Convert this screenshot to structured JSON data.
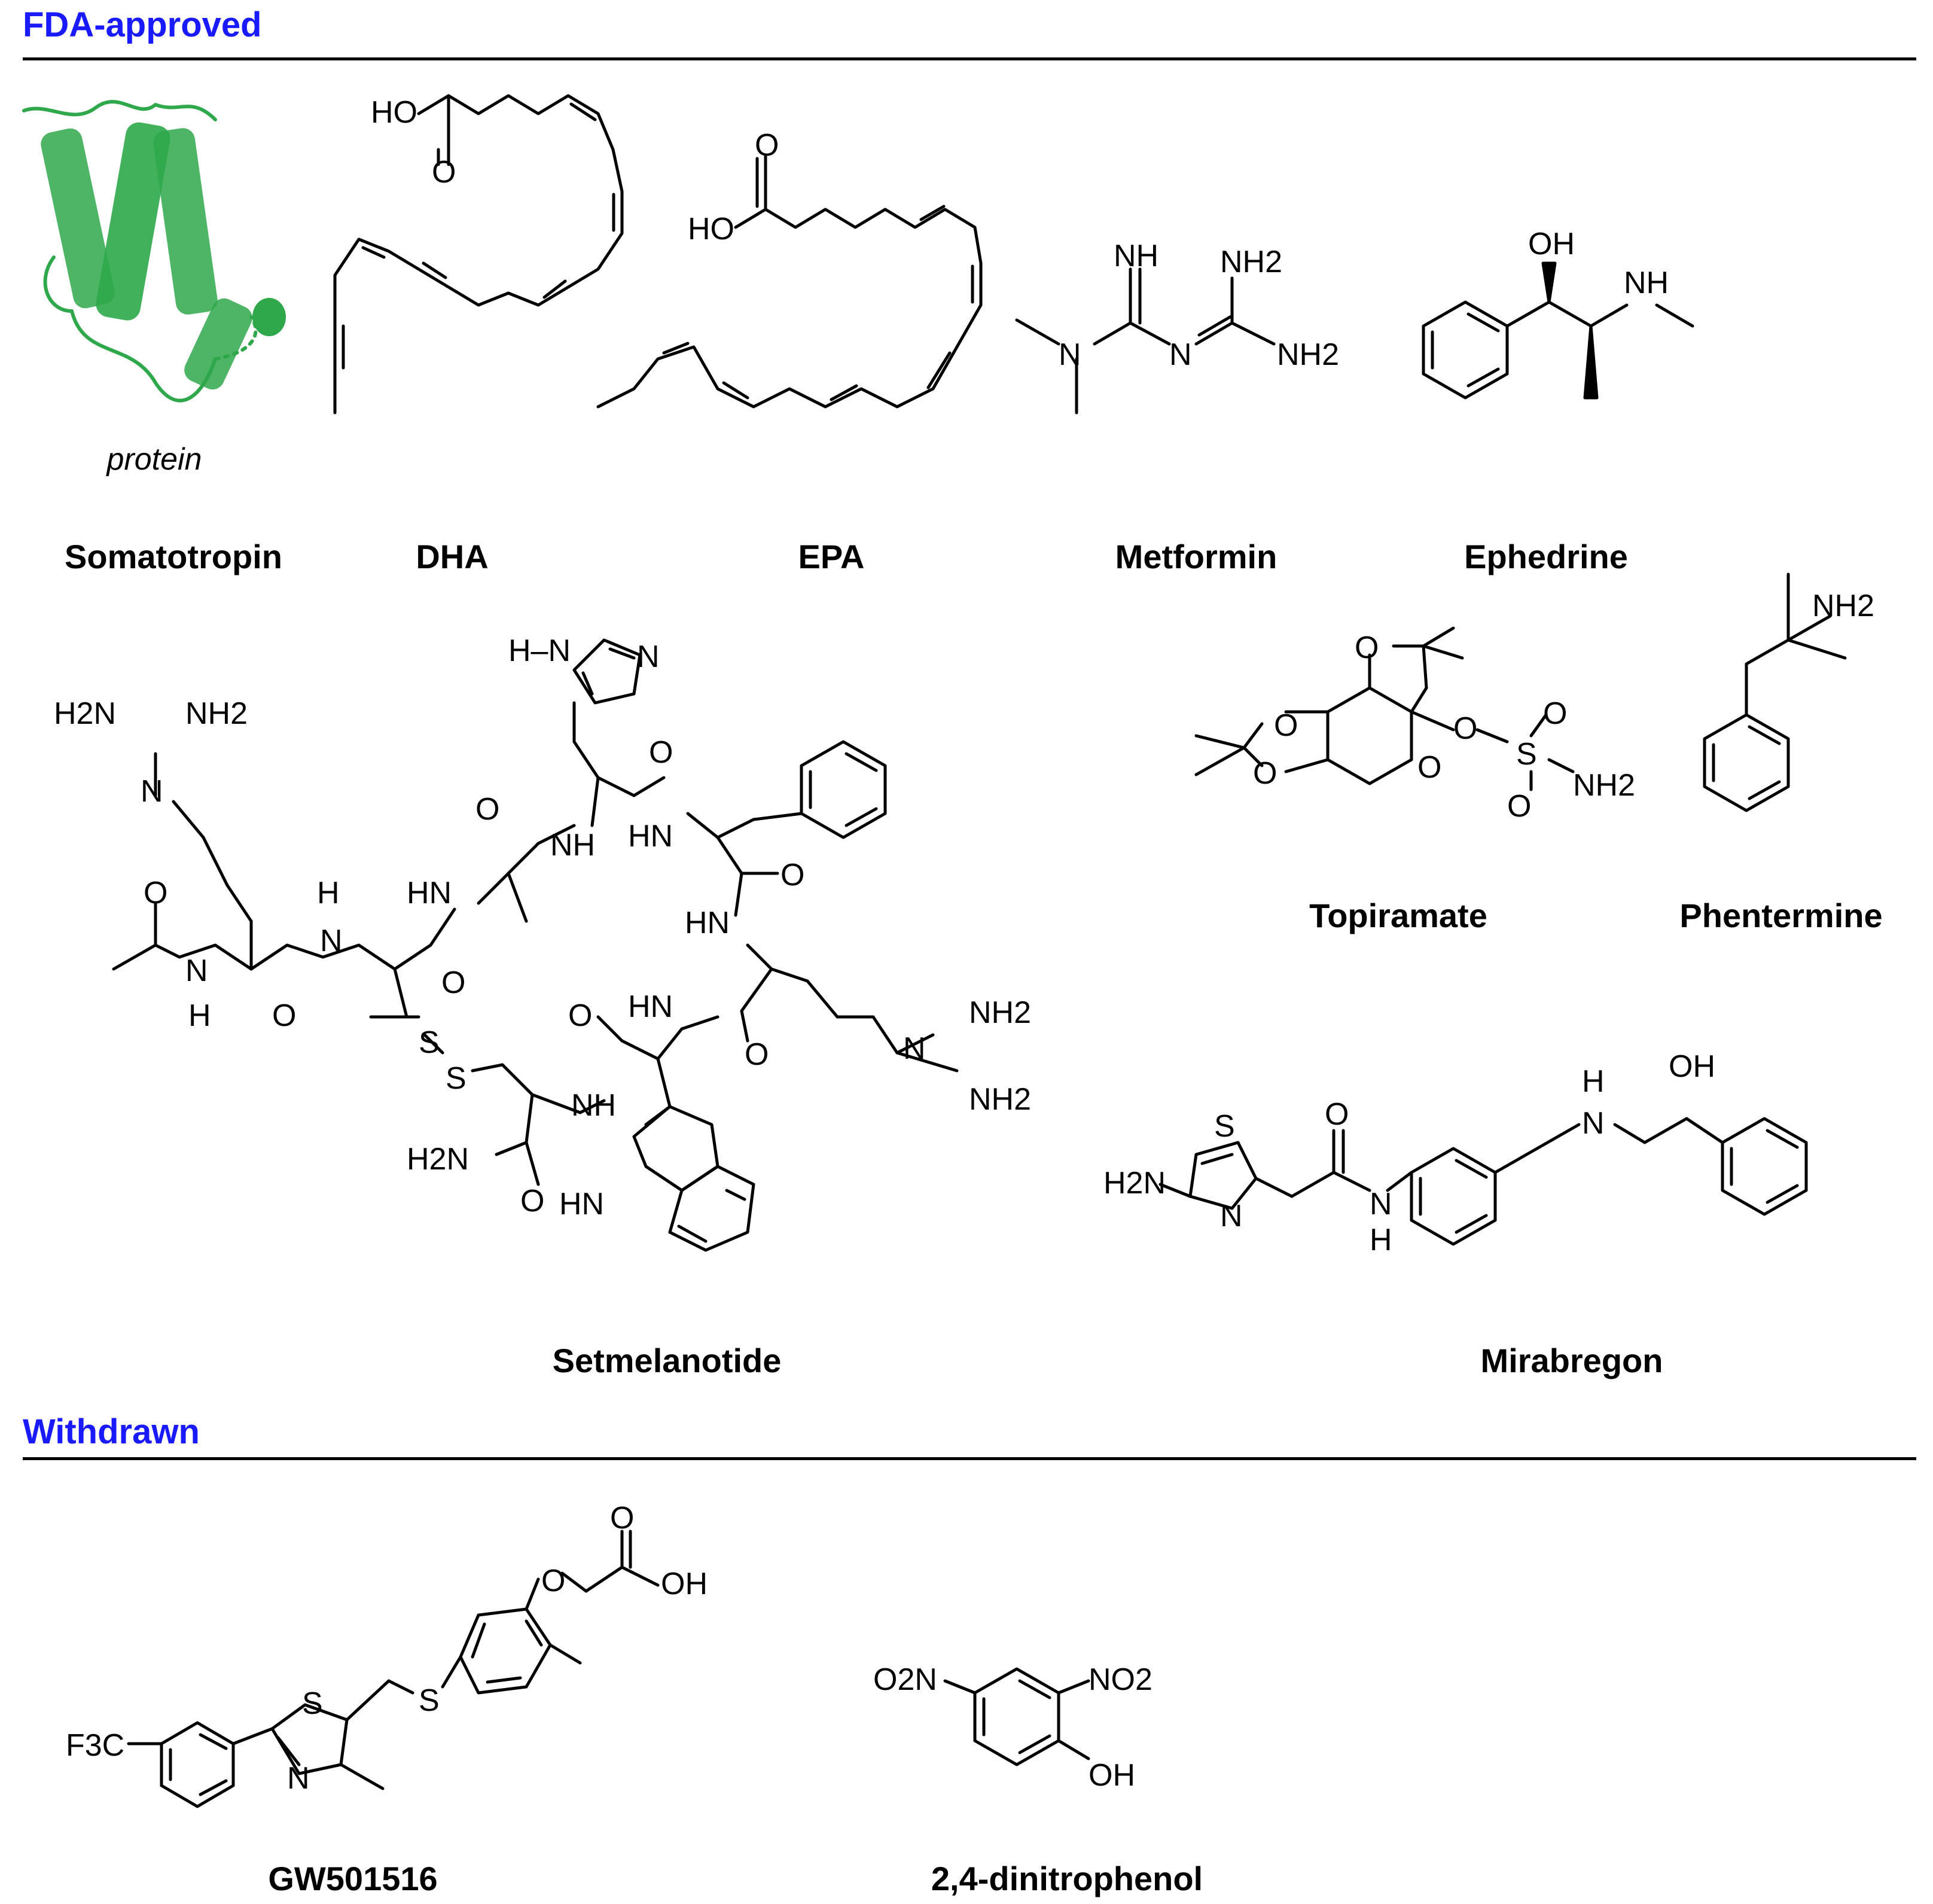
{
  "sections": {
    "approved": {
      "title": "FDA-approved"
    },
    "withdrawn": {
      "title": "Withdrawn"
    }
  },
  "compounds": {
    "somatotropin": {
      "name": "Somatotropin",
      "note": "protein"
    },
    "dha": {
      "name": "DHA"
    },
    "epa": {
      "name": "EPA"
    },
    "metformin": {
      "name": "Metformin"
    },
    "ephedrine": {
      "name": "Ephedrine"
    },
    "setmelanotide": {
      "name": "Setmelanotide"
    },
    "topiramate": {
      "name": "Topiramate"
    },
    "phentermine": {
      "name": "Phentermine"
    },
    "mirabregon": {
      "name": "Mirabregon"
    },
    "gw501516": {
      "name": "GW501516"
    },
    "dinitrophenol": {
      "name": "2,4-dinitrophenol"
    }
  },
  "atom_labels": {
    "ho": "HO",
    "oh": "OH",
    "o": "O",
    "n": "N",
    "nh": "NH",
    "hn": "HN",
    "h": "H",
    "s": "S",
    "nh2": "NH2",
    "h2n": "H2N",
    "no2": "NO2",
    "o2n": "O2N",
    "f3c": "F3C",
    "h_n": "H–N"
  },
  "colors": {
    "heading": "#1a1aff",
    "protein": "#2ea84a",
    "ink": "#000000"
  }
}
